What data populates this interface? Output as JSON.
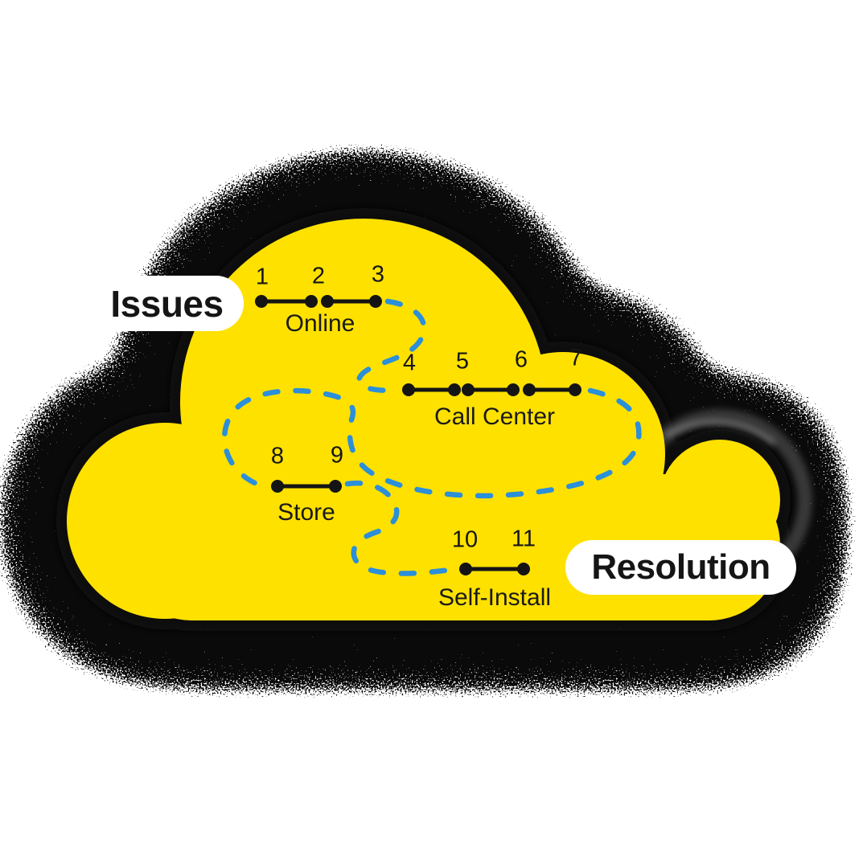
{
  "diagram": {
    "start_badge": "Issues",
    "end_badge": "Resolution",
    "groups": [
      {
        "name": "Online",
        "points": [
          "1",
          "2",
          "3"
        ]
      },
      {
        "name": "Call Center",
        "points": [
          "4",
          "5",
          "6",
          "7"
        ]
      },
      {
        "name": "Store",
        "points": [
          "8",
          "9"
        ]
      },
      {
        "name": "Self-Install",
        "points": [
          "10",
          "11"
        ]
      }
    ],
    "colors": {
      "cloud_yellow": "#FFE100",
      "path_blue": "#2B8FD9",
      "ink_black": "#141414",
      "badge_background": "#FFFFFF",
      "shadow_black": "#0A0A0A"
    }
  }
}
